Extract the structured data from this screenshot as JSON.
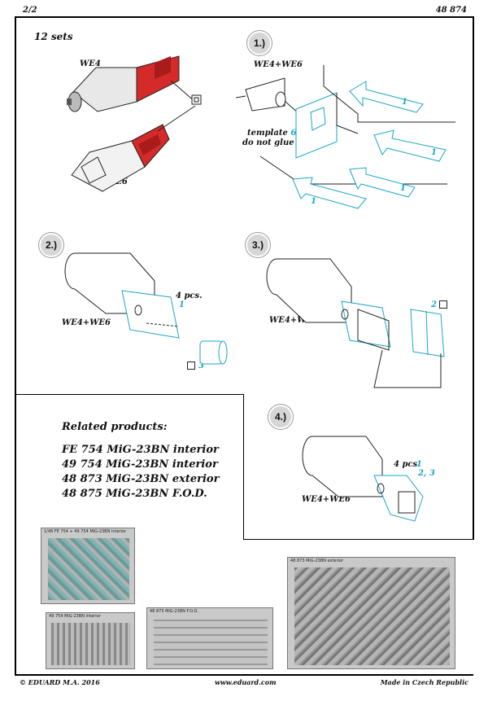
{
  "header": {
    "page": "2/2",
    "code": "48 874"
  },
  "sets": "12 sets",
  "parts": {
    "we4": "WE4",
    "we6": "WE6",
    "combo": "WE4+WE6"
  },
  "step1": {
    "num": "1.)",
    "template_label": "template",
    "template_num": "6",
    "no_glue": "do not glue",
    "part": "1"
  },
  "step2": {
    "num": "2.)",
    "pcs": "4 pcs.",
    "part": "1",
    "part_b": "3"
  },
  "step3": {
    "num": "3.)",
    "part_b": "2"
  },
  "step4": {
    "num": "4.)",
    "pcs": "4 pcs.",
    "parts_a": "1",
    "parts_b": "2, 3"
  },
  "related": {
    "title": "Related products:",
    "items": [
      "FE 754 MiG-23BN interior",
      "49 754 MiG-23BN interior",
      "48 873 MiG-23BN exterior",
      "48 875 MiG-23BN F.O.D."
    ]
  },
  "thumbnails": [
    {
      "caption": "1/48   FE 754 + 49 754 MiG-23BN interior"
    },
    {
      "caption": "49 754 MiG-23BN interior"
    },
    {
      "caption": "48 875 MiG-23BN F.O.D."
    },
    {
      "caption": "48 873 MiG-23BN exterior"
    }
  ],
  "footer": {
    "copyright": "© EDUARD  M.A. 2016",
    "web": "www.eduard.com",
    "made": "Made in Czech Republic"
  },
  "colors": {
    "accent_cyan": "#1aa6c9",
    "part_red": "#d42a2a",
    "step_grey": "#d6d6d6"
  }
}
